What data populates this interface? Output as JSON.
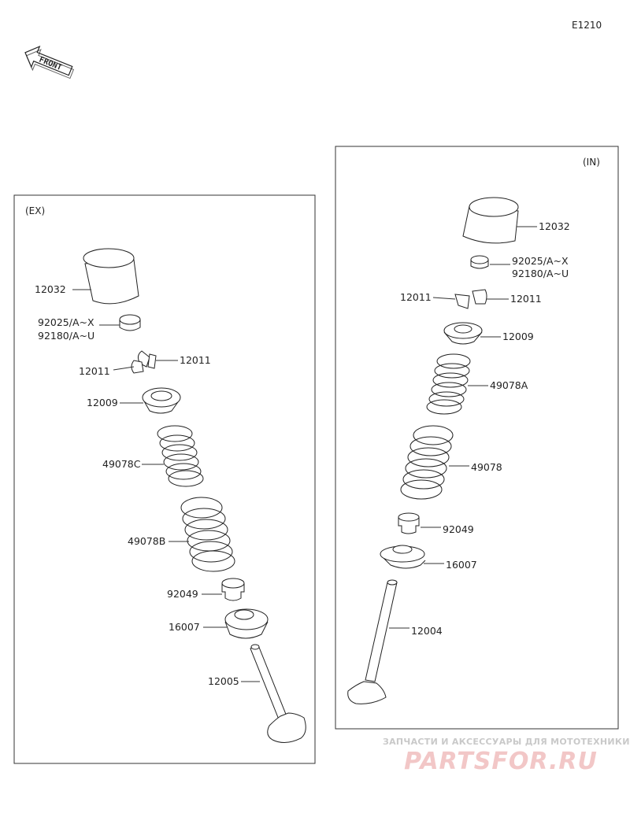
{
  "diagram_code": "E1210",
  "front_label": "FRONT",
  "exhaust": {
    "title": "(EX)",
    "labels": {
      "tappet": "12032",
      "shim_1": "92025/A~X",
      "shim_2": "92180/A~U",
      "cotter_right": "12011",
      "cotter_left": "12011",
      "retainer": "12009",
      "spring_inner": "49078C",
      "spring_outer": "49078B",
      "stem_seal": "92049",
      "spring_seat": "16007",
      "valve": "12005"
    }
  },
  "intake": {
    "title": "(IN)",
    "labels": {
      "tappet": "12032",
      "shim_1": "92025/A~X",
      "shim_2": "92180/A~U",
      "cotter_left": "12011",
      "cotter_right": "12011",
      "retainer": "12009",
      "spring_inner": "49078A",
      "spring_outer": "49078",
      "stem_seal": "92049",
      "spring_seat": "16007",
      "valve": "12004"
    }
  },
  "watermark": {
    "tagline": "ЗАПЧАСТИ И АКСЕССУАРЫ ДЛЯ МОТОТЕХНИКИ",
    "brand": "PARTSFOR.RU"
  }
}
